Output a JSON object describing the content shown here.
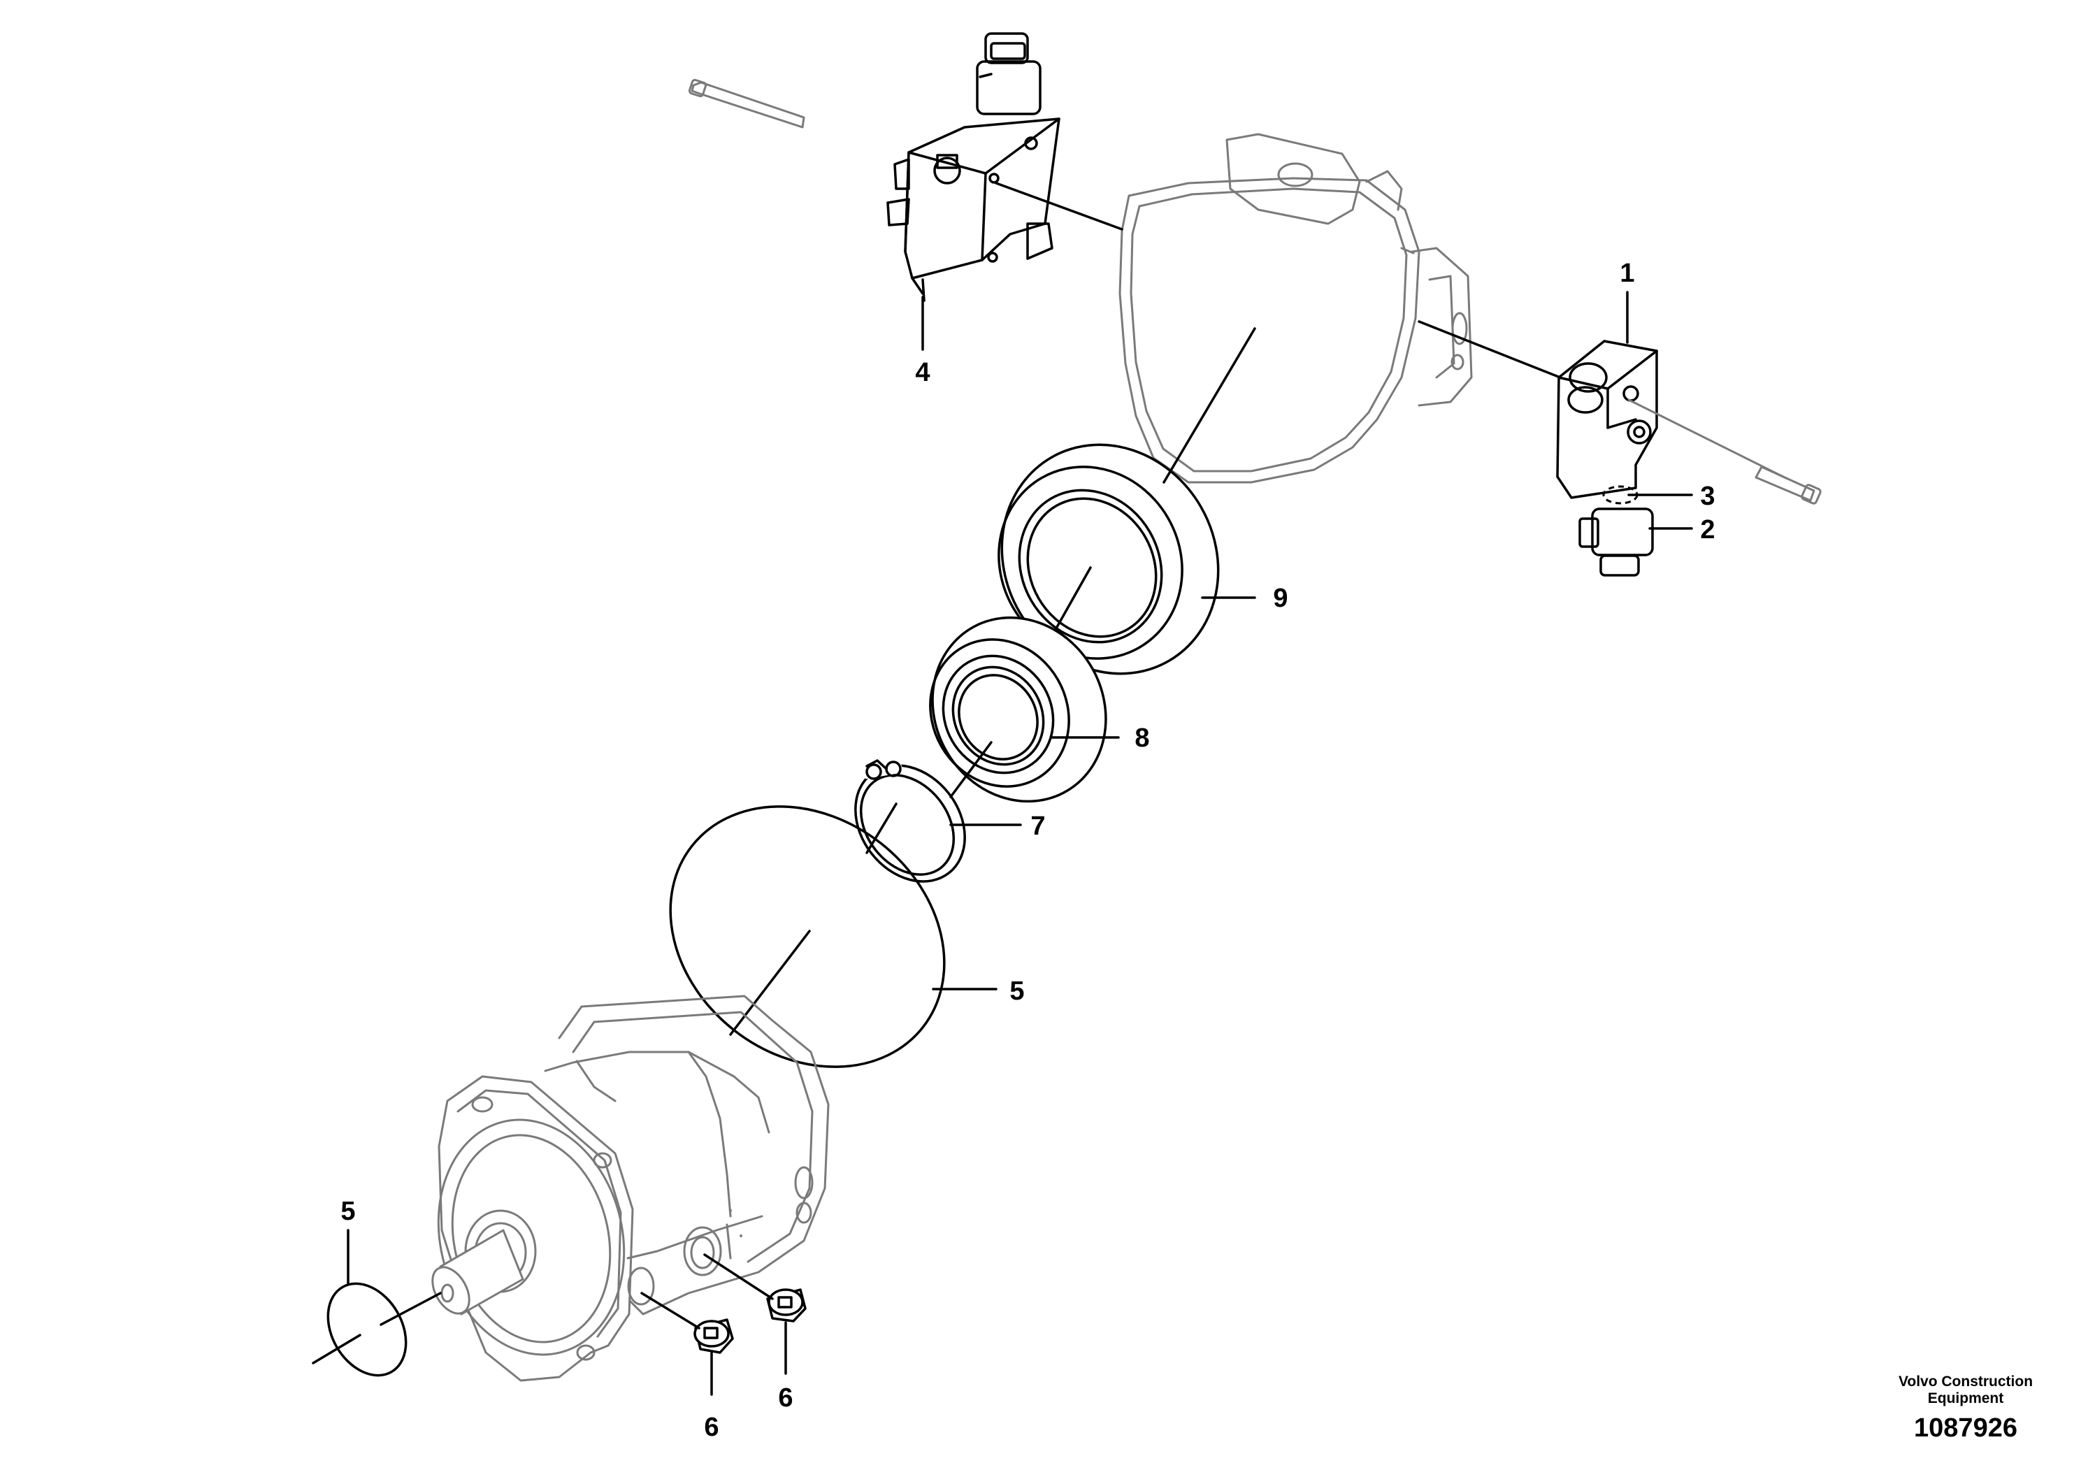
{
  "callouts": {
    "c1": "1",
    "c2": "2",
    "c3": "3",
    "c4": "4",
    "c5a": "5",
    "c5b": "5",
    "c6a": "6",
    "c6b": "6",
    "c7": "7",
    "c8": "8",
    "c9": "9"
  },
  "footer": {
    "brand_line1": "Volvo Construction",
    "brand_line2": "Equipment",
    "drawing_number": "1087926"
  }
}
